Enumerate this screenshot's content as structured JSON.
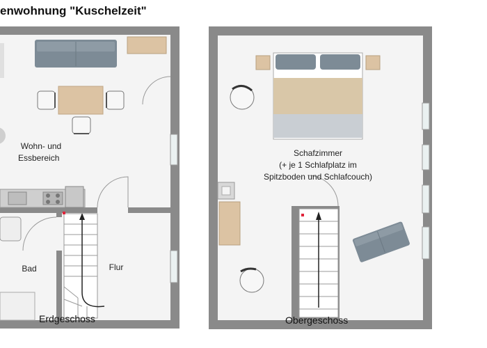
{
  "title": "enwohnung \"Kuschelzeit\"",
  "floors": {
    "ground": {
      "caption": "Erdgeschoss",
      "rooms": {
        "living_line1": "Wohn- und",
        "living_line2": "Essbereich",
        "bath": "Bad",
        "hall": "Flur"
      }
    },
    "upper": {
      "caption": "Obergeschoss",
      "rooms": {
        "bedroom_line1": "Schafzimmer",
        "bedroom_line2": "(+ je 1 Schlafplatz im",
        "bedroom_line3": "Spitzboden und Schlafcouch)"
      }
    }
  },
  "colors": {
    "wall": "#8a8a8a",
    "floor": "#f4f4f4",
    "sofa": "#7d8b96",
    "wood": "#dcc3a3",
    "bed_blanket": "#d9c7a8",
    "bed_base": "#c9ced3",
    "stairs_arrow": "#222222",
    "marker": "#e0243b"
  }
}
